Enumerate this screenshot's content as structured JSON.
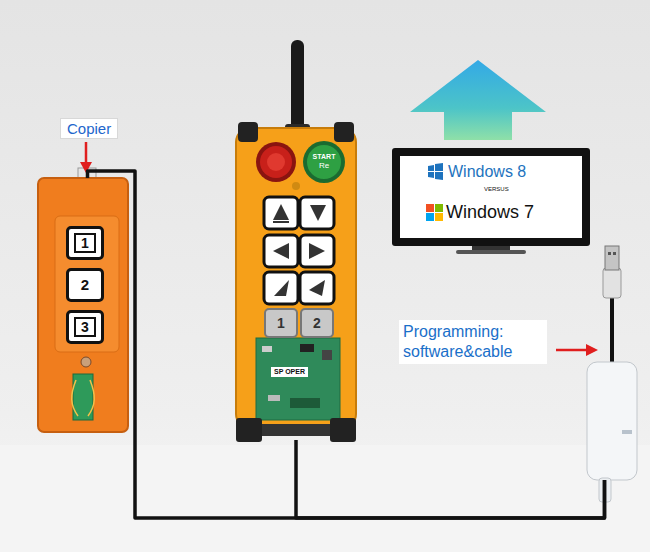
{
  "diagram": {
    "nodes": [
      {
        "text": [
          "Copier"
        ]
      },
      {
        "text": [
          "1"
        ],
        "in": 0
      },
      {
        "text": [
          "2"
        ],
        "in": 0
      },
      {
        "text": [
          "3"
        ],
        "in": 0
      },
      {
        "text": [
          "SP OPER"
        ]
      },
      {
        "text": [
          "START",
          "Re"
        ],
        "in": 4
      },
      {
        "text": [
          "1"
        ],
        "in": 4
      },
      {
        "text": [
          "2"
        ],
        "in": 4
      },
      {
        "text": [
          "Windows 8",
          "VERSUS",
          "Windows 7"
        ]
      },
      {
        "text": [
          "Programming: software&cable"
        ]
      }
    ],
    "edges": [
      {
        "from": 0,
        "to": 9,
        "arrow": "none"
      },
      {
        "from": 4,
        "to": 9,
        "arrow": "none"
      }
    ]
  }
}
